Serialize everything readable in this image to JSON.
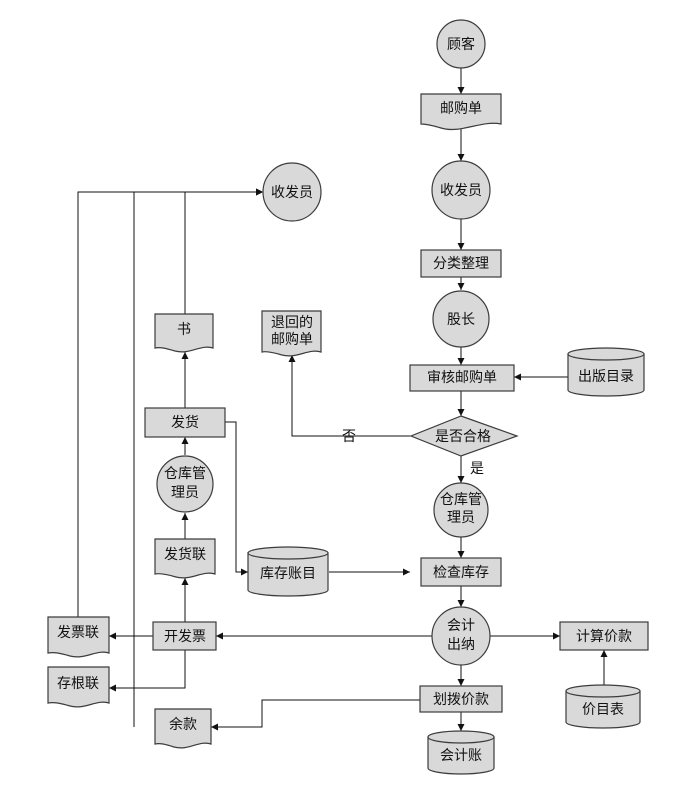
{
  "nodes": {
    "customer": "顾客",
    "mail_order": "邮购单",
    "clerk_in": "收发员",
    "classify": "分类整理",
    "section_chief": "股长",
    "review_order": "审核邮购单",
    "publication_catalog": "出版目录",
    "qualified": "是否合格",
    "warehouse_keeper_check": [
      "仓库管",
      "理员"
    ],
    "check_inventory": "检查库存",
    "inventory_ledger": "库存账目",
    "accountant_cashier": [
      "会计",
      "出纳"
    ],
    "calculate_price": "计算价款",
    "price_list": "价目表",
    "issue_invoice": "开发票",
    "invoice_copy": "发票联",
    "stub_copy": "存根联",
    "transfer_payment": "划拨价款",
    "accounting_ledger": "会计账",
    "balance": "余款",
    "shipping_copy": "发货联",
    "warehouse_keeper_ship": [
      "仓库管",
      "理员"
    ],
    "ship": "发货",
    "book": "书",
    "returned_order": [
      "退回的",
      "邮购单"
    ],
    "clerk_out": "收发员"
  },
  "edges": {
    "yes": "是",
    "no": "否"
  },
  "colors": {
    "fill": "#d9d9d9",
    "stroke": "#3c3c3c",
    "line": "#111111"
  }
}
